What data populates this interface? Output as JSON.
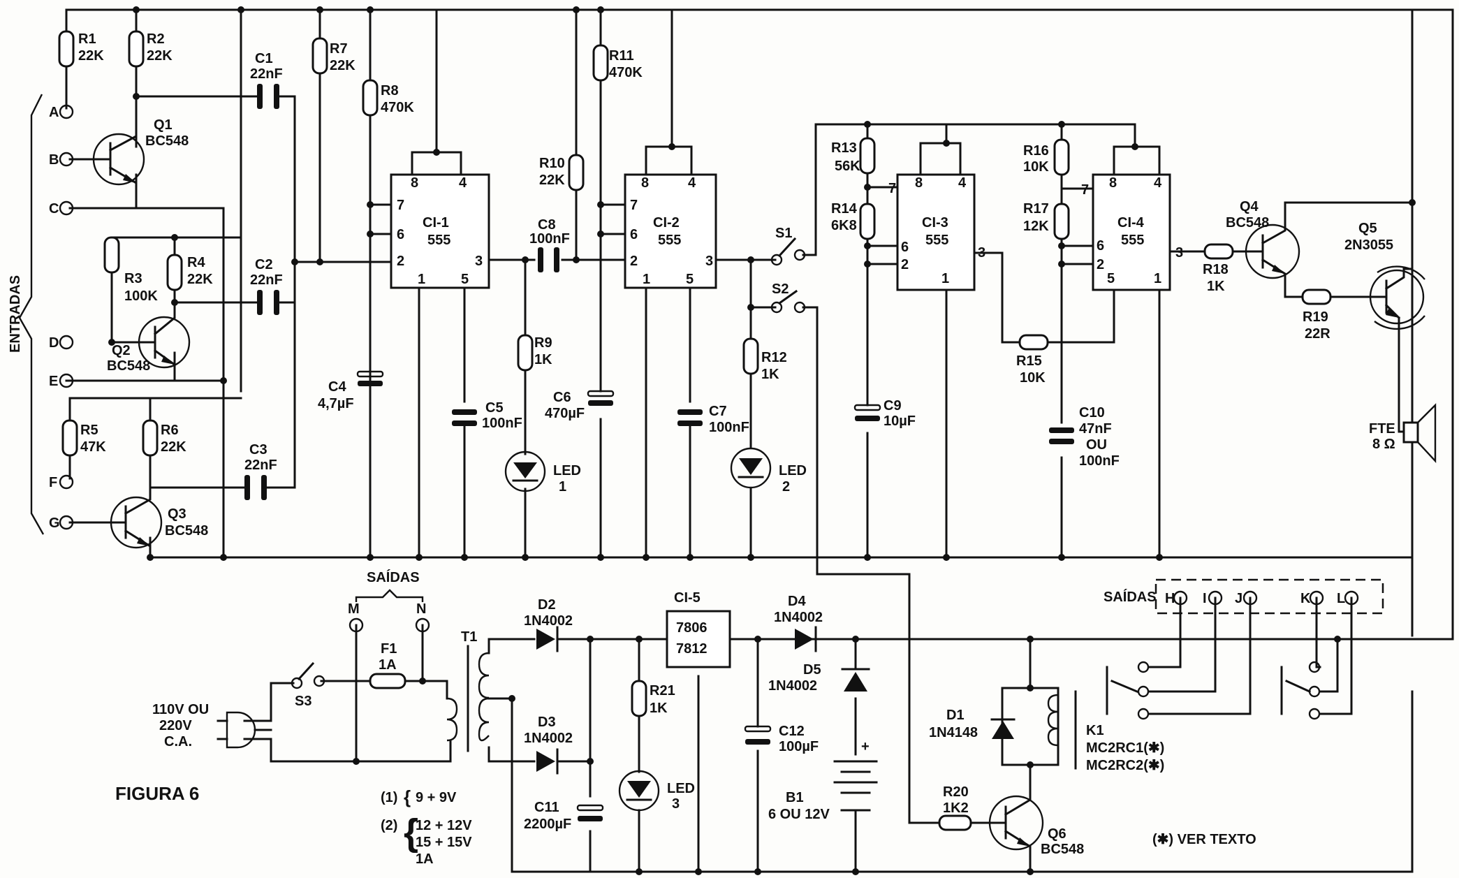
{
  "figure_title": "FIGURA 6",
  "note": "(✱) VER   TEXTO",
  "groups": {
    "inputs": "ENTRADAS",
    "outputs_top": "SAÍDAS",
    "outputs_right": "SAÍDAS"
  },
  "terminals": {
    "A": "A",
    "B": "B",
    "C": "C",
    "D": "D",
    "E": "E",
    "F": "F",
    "G": "G",
    "H": "H",
    "I": "I",
    "J": "J",
    "K": "K",
    "L": "L",
    "M": "M",
    "N": "N"
  },
  "resistors": {
    "R1": {
      "name": "R1",
      "value": "22K"
    },
    "R2": {
      "name": "R2",
      "value": "22K"
    },
    "R3": {
      "name": "R3",
      "value": "100K"
    },
    "R4": {
      "name": "R4",
      "value": "22K"
    },
    "R5": {
      "name": "R5",
      "value": "47K"
    },
    "R6": {
      "name": "R6",
      "value": "22K"
    },
    "R7": {
      "name": "R7",
      "value": "22K"
    },
    "R8": {
      "name": "R8",
      "value": "470K"
    },
    "R9": {
      "name": "R9",
      "value": "1K"
    },
    "R10": {
      "name": "R10",
      "value": "22K"
    },
    "R11": {
      "name": "R11",
      "value": "470K"
    },
    "R12": {
      "name": "R12",
      "value": "1K"
    },
    "R13": {
      "name": "R13",
      "value": "56K"
    },
    "R14": {
      "name": "R14",
      "value": "6K8"
    },
    "R15": {
      "name": "R15",
      "value": "10K"
    },
    "R16": {
      "name": "R16",
      "value": "10K"
    },
    "R17": {
      "name": "R17",
      "value": "12K"
    },
    "R18": {
      "name": "R18",
      "value": "1K"
    },
    "R19": {
      "name": "R19",
      "value": "22R"
    },
    "R20": {
      "name": "R20",
      "value": "1K2"
    },
    "R21": {
      "name": "R21",
      "value": "1K"
    }
  },
  "capacitors": {
    "C1": {
      "name": "C1",
      "value": "22nF"
    },
    "C2": {
      "name": "C2",
      "value": "22nF"
    },
    "C3": {
      "name": "C3",
      "value": "22nF"
    },
    "C4": {
      "name": "C4",
      "value": "4,7µF"
    },
    "C5": {
      "name": "C5",
      "value": "100nF"
    },
    "C6": {
      "name": "C6",
      "value": "470µF"
    },
    "C7": {
      "name": "C7",
      "value": "100nF"
    },
    "C8": {
      "name": "C8",
      "value": "100nF"
    },
    "C9": {
      "name": "C9",
      "value": "10µF"
    },
    "C10": {
      "name": "C10",
      "value": "47nF",
      "value2": "OU",
      "value3": "100nF"
    },
    "C11": {
      "name": "C11",
      "value": "2200µF"
    },
    "C12": {
      "name": "C12",
      "value": "100µF"
    }
  },
  "transistors": {
    "Q1": {
      "name": "Q1",
      "type": "BC548"
    },
    "Q2": {
      "name": "Q2",
      "type": "BC548"
    },
    "Q3": {
      "name": "Q3",
      "type": "BC548"
    },
    "Q4": {
      "name": "Q4",
      "type": "BC548"
    },
    "Q5": {
      "name": "Q5",
      "type": "2N3055"
    },
    "Q6": {
      "name": "Q6",
      "type": "BC548"
    }
  },
  "ics": {
    "CI1": {
      "name": "CI-1",
      "type": "555"
    },
    "CI2": {
      "name": "CI-2",
      "type": "555"
    },
    "CI3": {
      "name": "CI-3",
      "type": "555"
    },
    "CI4": {
      "name": "CI-4",
      "type": "555"
    },
    "CI5": {
      "name": "CI-5",
      "line1": "7806",
      "line2": "7812"
    }
  },
  "pins": {
    "p1": "1",
    "p2": "2",
    "p3": "3",
    "p4": "4",
    "p5": "5",
    "p6": "6",
    "p7": "7",
    "p8": "8"
  },
  "diodes": {
    "D1": {
      "name": "D1",
      "type": "1N4148"
    },
    "D2": {
      "name": "D2",
      "type": "1N4002"
    },
    "D3": {
      "name": "D3",
      "type": "1N4002"
    },
    "D4": {
      "name": "D4",
      "type": "1N4002"
    },
    "D5": {
      "name": "D5",
      "type": "1N4002"
    }
  },
  "leds": {
    "LED1": {
      "name": "LED",
      "num": "1"
    },
    "LED2": {
      "name": "LED",
      "num": "2"
    },
    "LED3": {
      "name": "LED",
      "num": "3"
    }
  },
  "switches": {
    "S1": "S1",
    "S2": "S2",
    "S3": "S3"
  },
  "fuse": {
    "name": "F1",
    "value": "1A"
  },
  "transformer": {
    "name": "T1"
  },
  "relay": {
    "name": "K1",
    "model1": "MC2RC1(✱)",
    "model2": "MC2RC2(✱)"
  },
  "battery": {
    "name": "B1",
    "value": "6 OU 12V",
    "polarity": "+"
  },
  "speaker": {
    "name": "FTE",
    "value": "8 Ω"
  },
  "mains": {
    "line1": "110V OU",
    "line2": "220V",
    "line3": "C.A."
  },
  "transformer_options": {
    "opt1_tag": "(1)",
    "opt1": "9 + 9V",
    "opt2_tag": "(2)",
    "opt2a": "12 + 12V",
    "opt2b": "15 + 15V",
    "opt2c": "1A"
  }
}
